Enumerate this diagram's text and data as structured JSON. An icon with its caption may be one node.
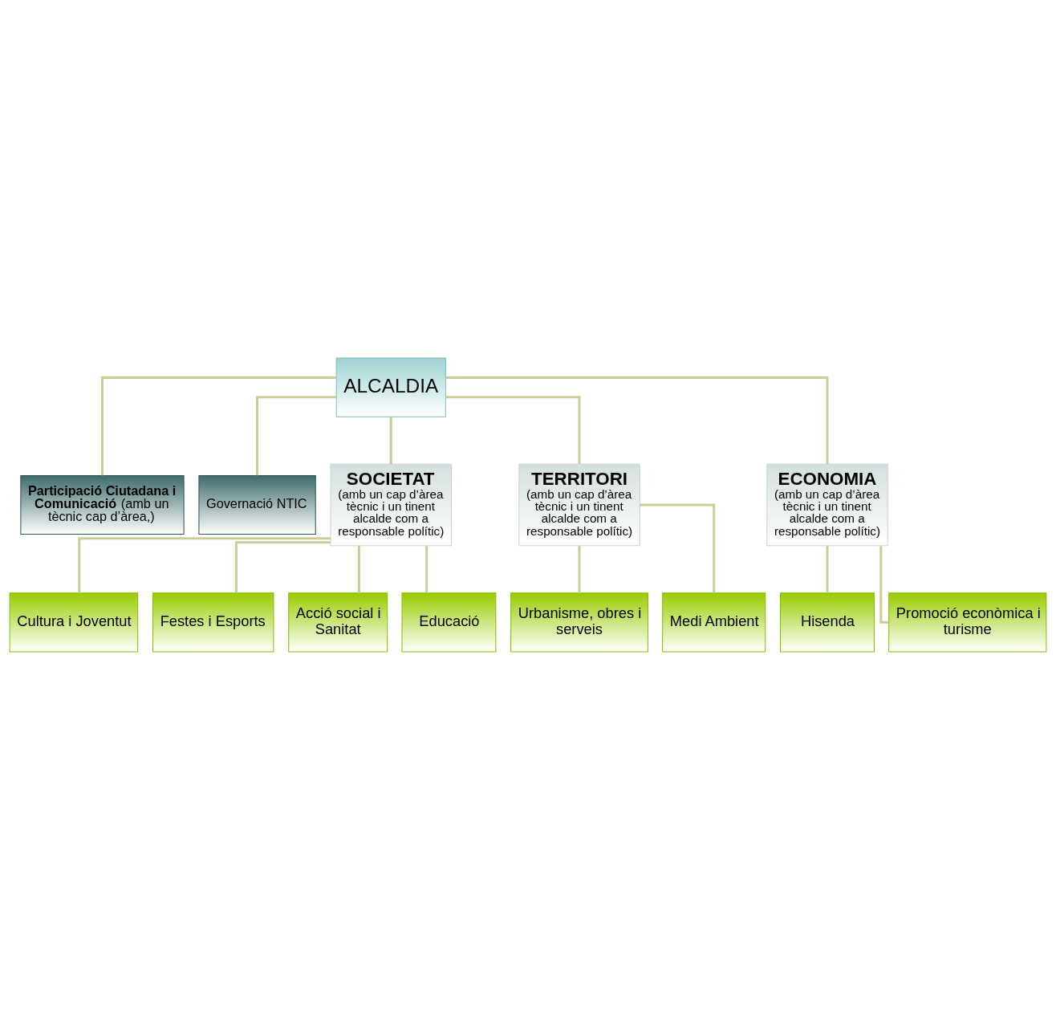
{
  "diagram": {
    "nodes": [
      {
        "text": [
          "ALCALDIA"
        ]
      },
      {
        "text": [
          "**Participació Ciutadana i Comunicació** (amb un tècnic cap d’àrea,)"
        ]
      },
      {
        "text": [
          "Governació NTIC"
        ]
      },
      {
        "text": [
          "SOCIETAT",
          "(amb un cap d’àrea tècnic i un tinent alcalde com a responsable polític)"
        ]
      },
      {
        "text": [
          "TERRITORI",
          "(amb un cap d’àrea tècnic i un tinent alcalde com a responsable polític)"
        ]
      },
      {
        "text": [
          "ECONOMIA",
          "(amb un cap d’àrea tècnic i un tinent alcalde com a responsable polític)"
        ]
      },
      {
        "text": [
          "Cultura i Joventut"
        ]
      },
      {
        "text": [
          "Festes i Esports"
        ]
      },
      {
        "text": [
          "Acció social i Sanitat"
        ]
      },
      {
        "text": [
          "Educació"
        ]
      },
      {
        "text": [
          "Urbanisme, obres i serveis"
        ]
      },
      {
        "text": [
          "Medi Ambient"
        ]
      },
      {
        "text": [
          "Hisenda"
        ]
      },
      {
        "text": [
          "Promoció econòmica i turisme"
        ]
      }
    ],
    "edges": [
      {
        "from": 0,
        "to": 1,
        "arrow": "none"
      },
      {
        "from": 0,
        "to": 2,
        "arrow": "none"
      },
      {
        "from": 0,
        "to": 3,
        "arrow": "none"
      },
      {
        "from": 0,
        "to": 4,
        "arrow": "none"
      },
      {
        "from": 0,
        "to": 5,
        "arrow": "none"
      },
      {
        "from": 3,
        "to": 6,
        "arrow": "none"
      },
      {
        "from": 3,
        "to": 7,
        "arrow": "none"
      },
      {
        "from": 3,
        "to": 8,
        "arrow": "none"
      },
      {
        "from": 3,
        "to": 9,
        "arrow": "none"
      },
      {
        "from": 4,
        "to": 10,
        "arrow": "none"
      },
      {
        "from": 4,
        "to": 11,
        "arrow": "none"
      },
      {
        "from": 5,
        "to": 12,
        "arrow": "none"
      },
      {
        "from": 5,
        "to": 13,
        "arrow": "none"
      }
    ]
  }
}
